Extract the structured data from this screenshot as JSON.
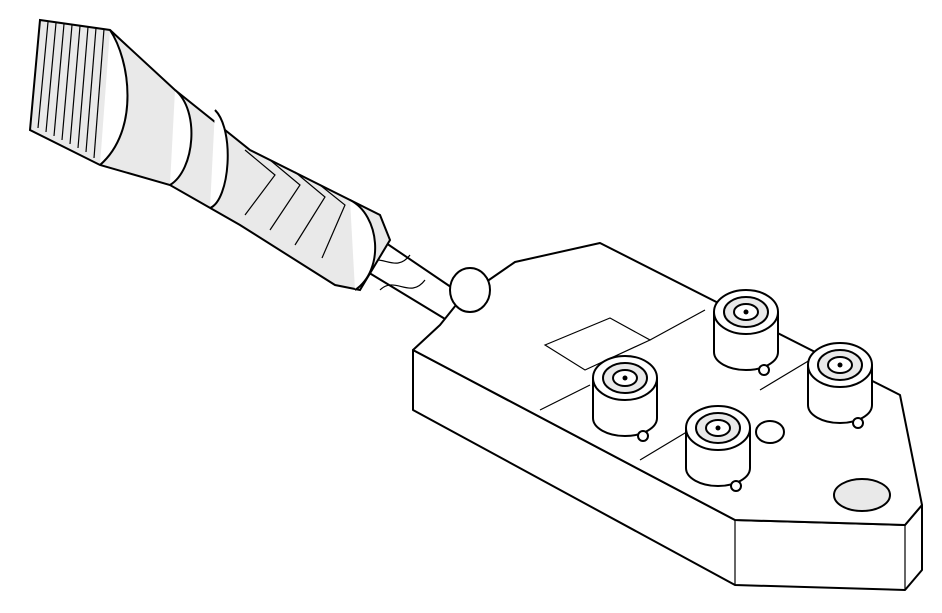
{
  "colors": {
    "line": "#000000",
    "background": "#ffffff",
    "shade": "#e9e9e9"
  },
  "ports": [
    {
      "id": "port-1"
    },
    {
      "id": "port-2"
    },
    {
      "id": "port-3"
    },
    {
      "id": "port-4"
    }
  ]
}
